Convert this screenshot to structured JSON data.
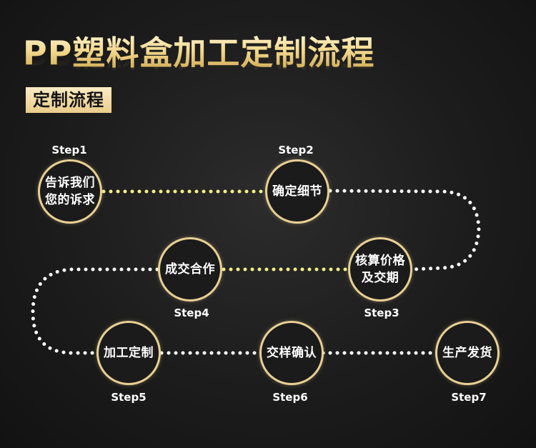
{
  "header": {
    "title": "PP塑料盒加工定制流程",
    "section_label": "定制流程"
  },
  "colors": {
    "accent_gold": "#e8cf93",
    "dot_yellow": "#f2f08a",
    "dot_white": "#ffffff",
    "background": "#1c1c1c"
  },
  "steps": [
    {
      "number": "Step1",
      "label": "告诉我们\n您的诉求"
    },
    {
      "number": "Step2",
      "label": "确定细节"
    },
    {
      "number": "Step3",
      "label": "核算价格\n及交期"
    },
    {
      "number": "Step4",
      "label": "成交合作"
    },
    {
      "number": "Step5",
      "label": "加工定制"
    },
    {
      "number": "Step6",
      "label": "交样确认"
    },
    {
      "number": "Step7",
      "label": "生产发货"
    }
  ]
}
